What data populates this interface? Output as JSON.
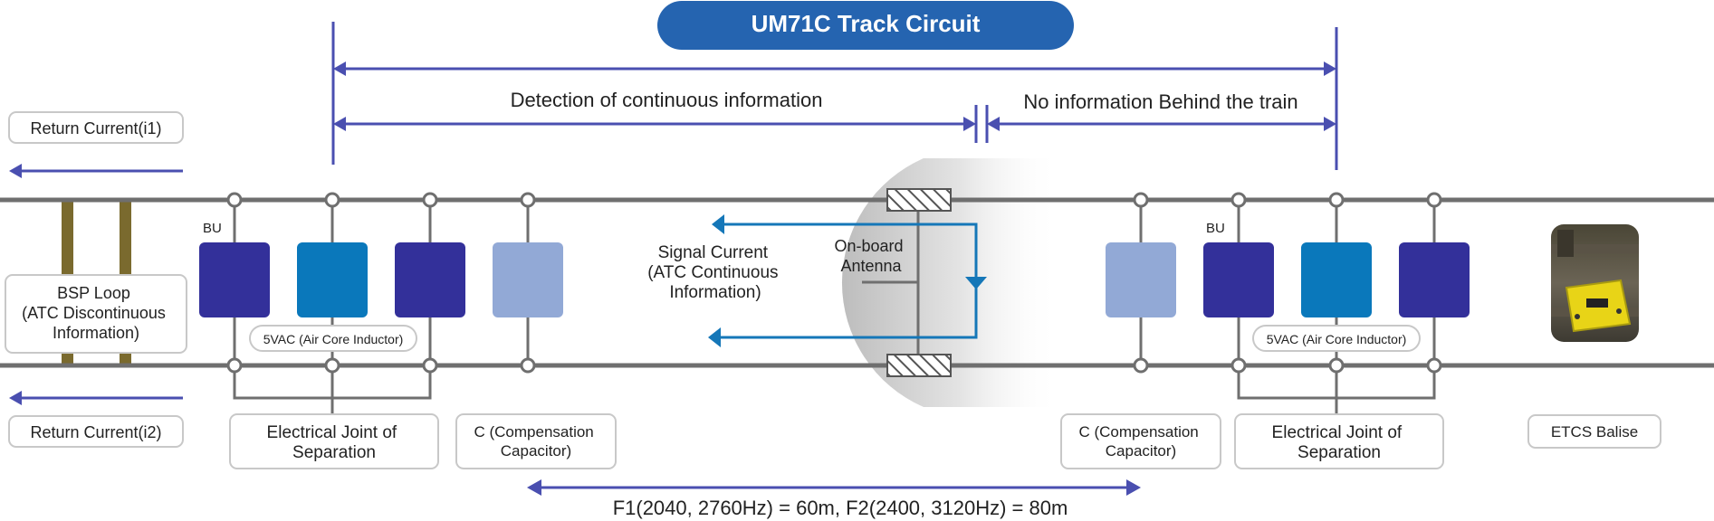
{
  "title": "UM71C Track Circuit",
  "labels": {
    "detection": "Detection of continuous information",
    "no_info": "No information Behind the train",
    "return_current_1": "Return Current(i1)",
    "return_current_2": "Return Current(i2)",
    "bsp_loop": [
      "BSP Loop",
      "(ATC Discontinuous",
      "Information)"
    ],
    "bu_left": "BU",
    "bu_right": "BU",
    "aci_left": "5VAC (Air Core Inductor)",
    "aci_right": "5VAC (Air Core Inductor)",
    "signal_current": [
      "Signal Current",
      "(ATC Continuous",
      "Information)"
    ],
    "antenna": [
      "On-board",
      "Antenna"
    ],
    "ejs_left": [
      "Electrical Joint of",
      "Separation"
    ],
    "ejs_right": [
      "Electrical Joint of",
      "Separation"
    ],
    "cap_left": [
      "C (Compensation",
      "Capacitor)"
    ],
    "cap_right": [
      "C (Compensation",
      "Capacitor)"
    ],
    "etcs": "ETCS Balise",
    "frequency": "F1(2040, 2760Hz) = 60m, F2(2400, 3120Hz) = 80m"
  },
  "colors": {
    "title_bg": "#2564b0",
    "arrow_purple": "#4a4fb0",
    "block_dark": "#33309a",
    "block_teal": "#0a78bb",
    "block_light": "#92a9d6",
    "signal_blue": "#1577b8",
    "rail": "#6f6f6f",
    "loop_post": "#7a6a2e",
    "balise_yellow": "#e8d417"
  },
  "icons": [
    "balise-photo-icon",
    "antenna-hatch-icon"
  ]
}
